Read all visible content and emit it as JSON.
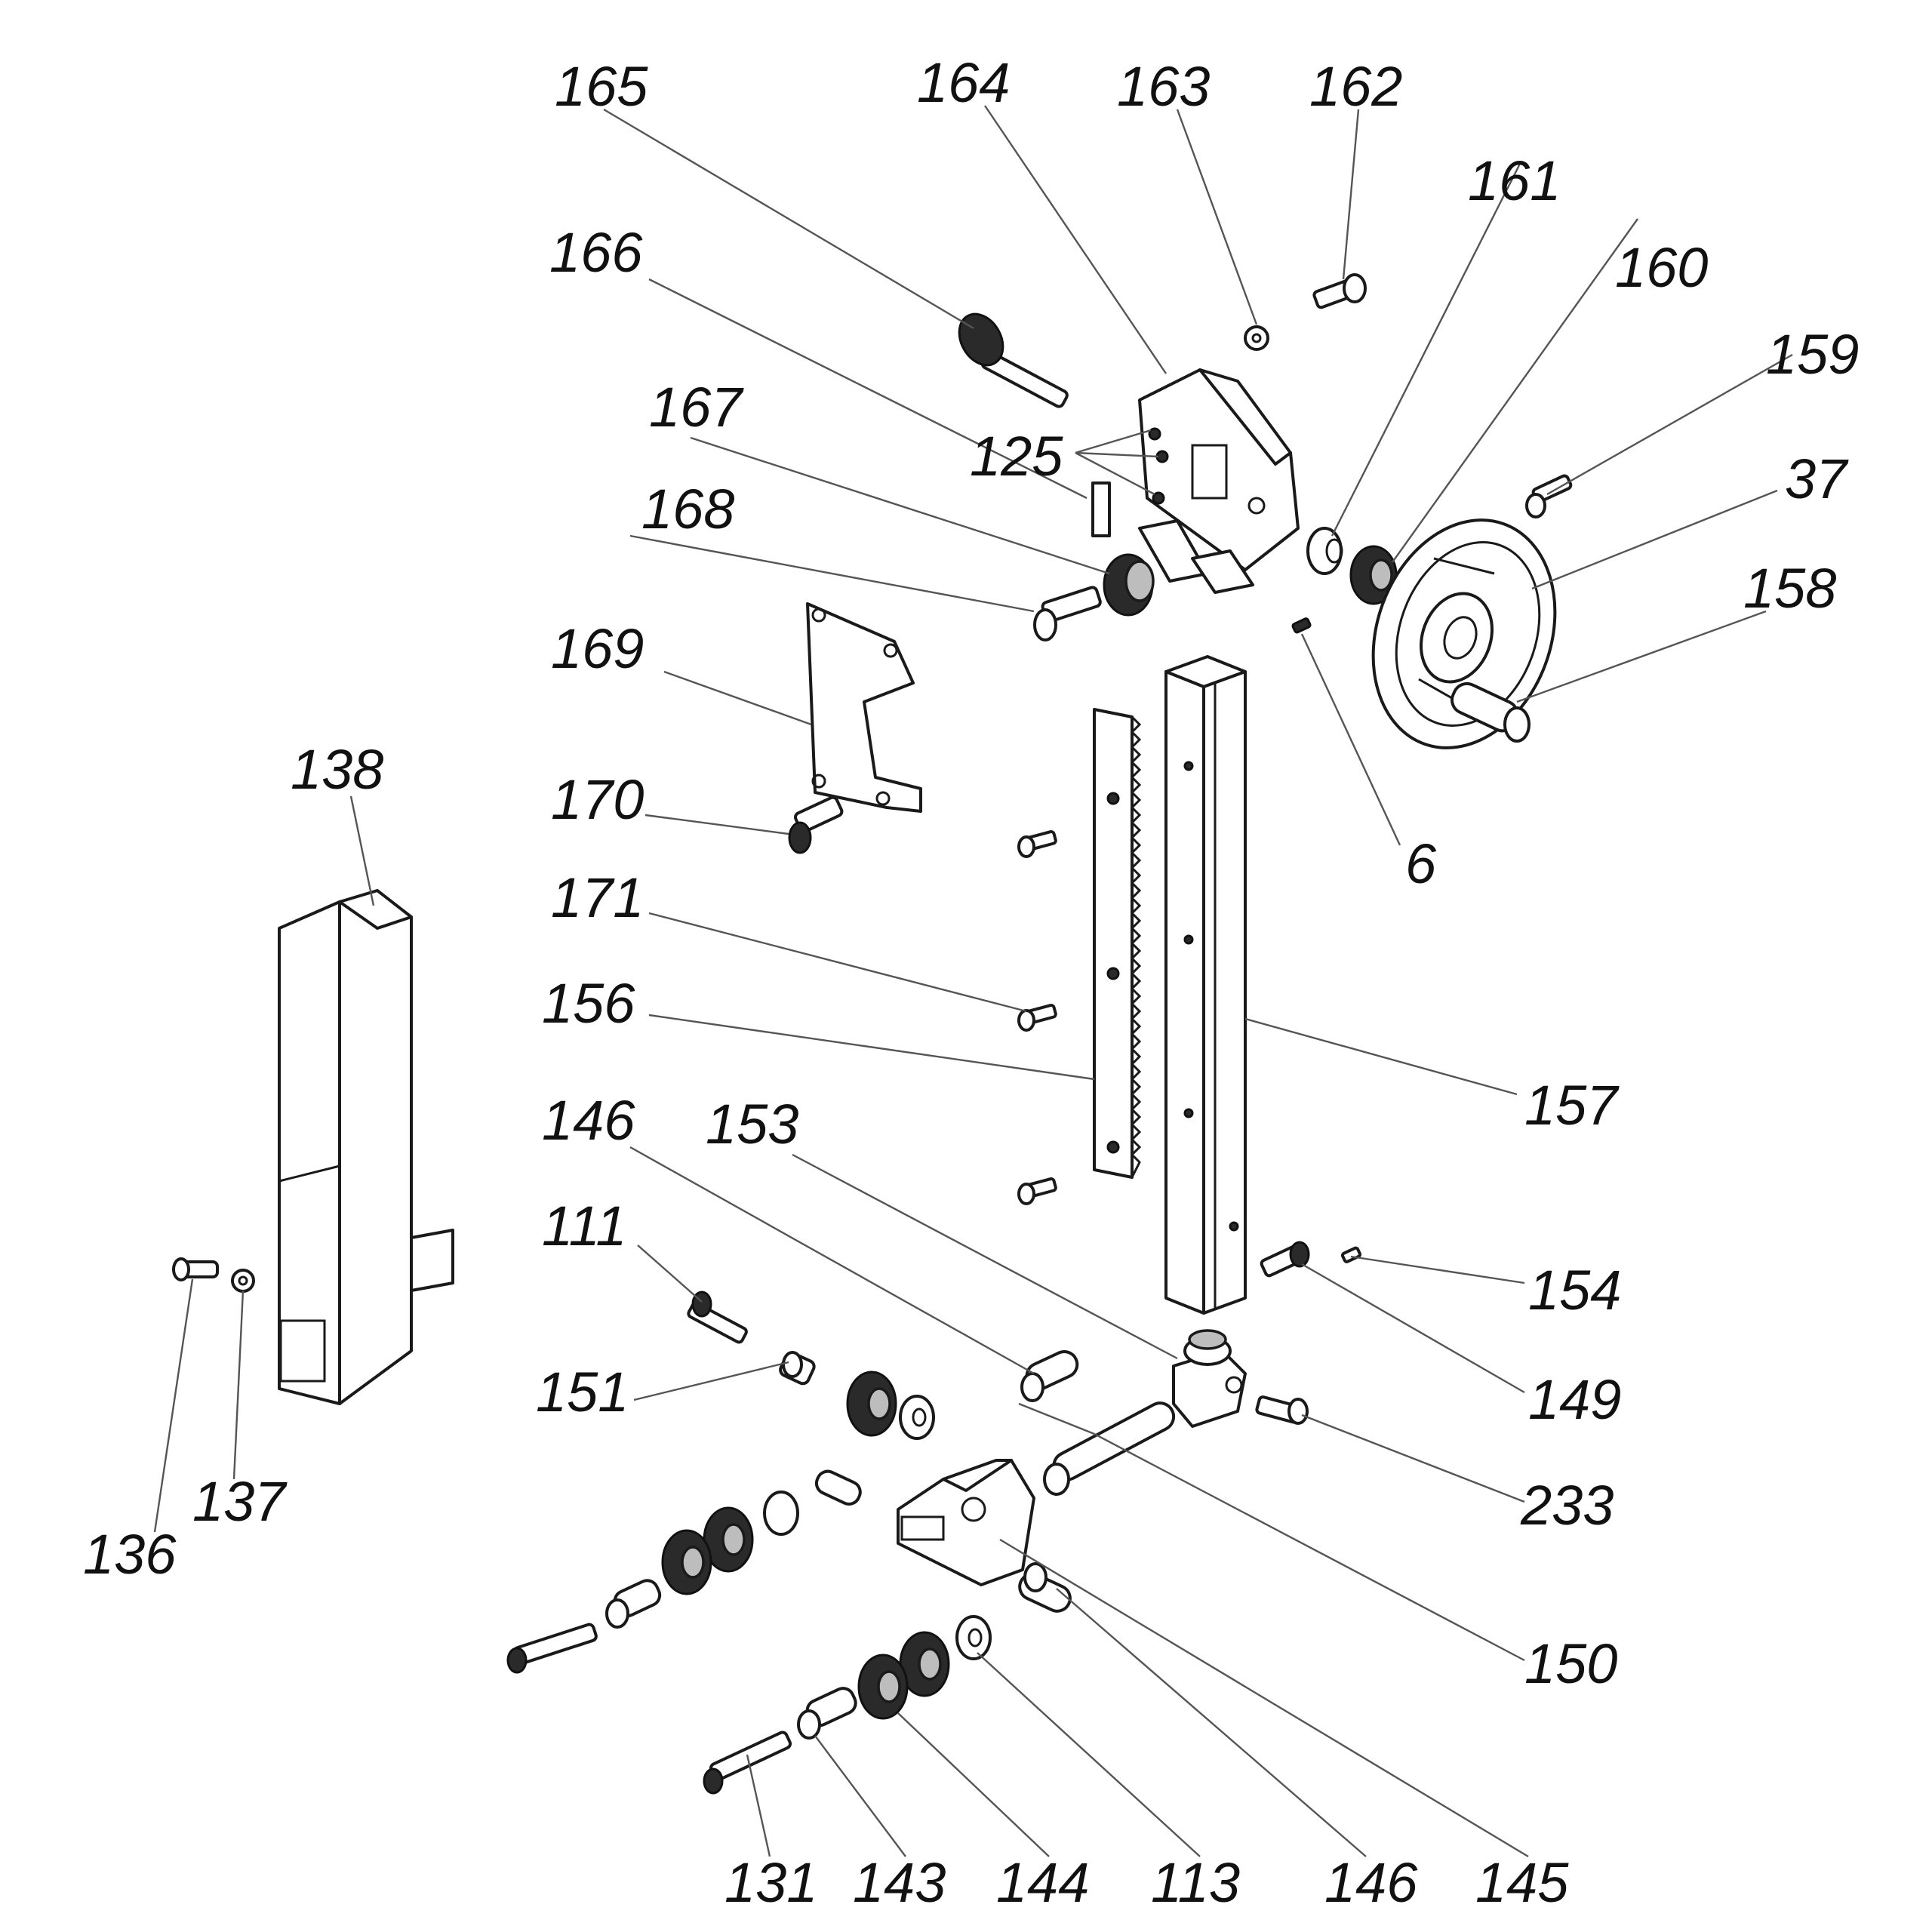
{
  "labels": {
    "l165": "165",
    "l164": "164",
    "l163": "163",
    "l162": "162",
    "l161": "161",
    "l160": "160",
    "l159": "159",
    "l37": "37",
    "l158": "158",
    "l166": "166",
    "l125": "125",
    "l167": "167",
    "l168": "168",
    "l169": "169",
    "l170": "170",
    "l6": "6",
    "l138": "138",
    "l171": "171",
    "l156": "156",
    "l157": "157",
    "l146a": "146",
    "l153": "153",
    "l111": "111",
    "l154": "154",
    "l149": "149",
    "l151": "151",
    "l233": "233",
    "l137": "137",
    "l136": "136",
    "l150": "150",
    "l131": "131",
    "l143": "143",
    "l144": "144",
    "l113": "113",
    "l146b": "146",
    "l145": "145"
  }
}
